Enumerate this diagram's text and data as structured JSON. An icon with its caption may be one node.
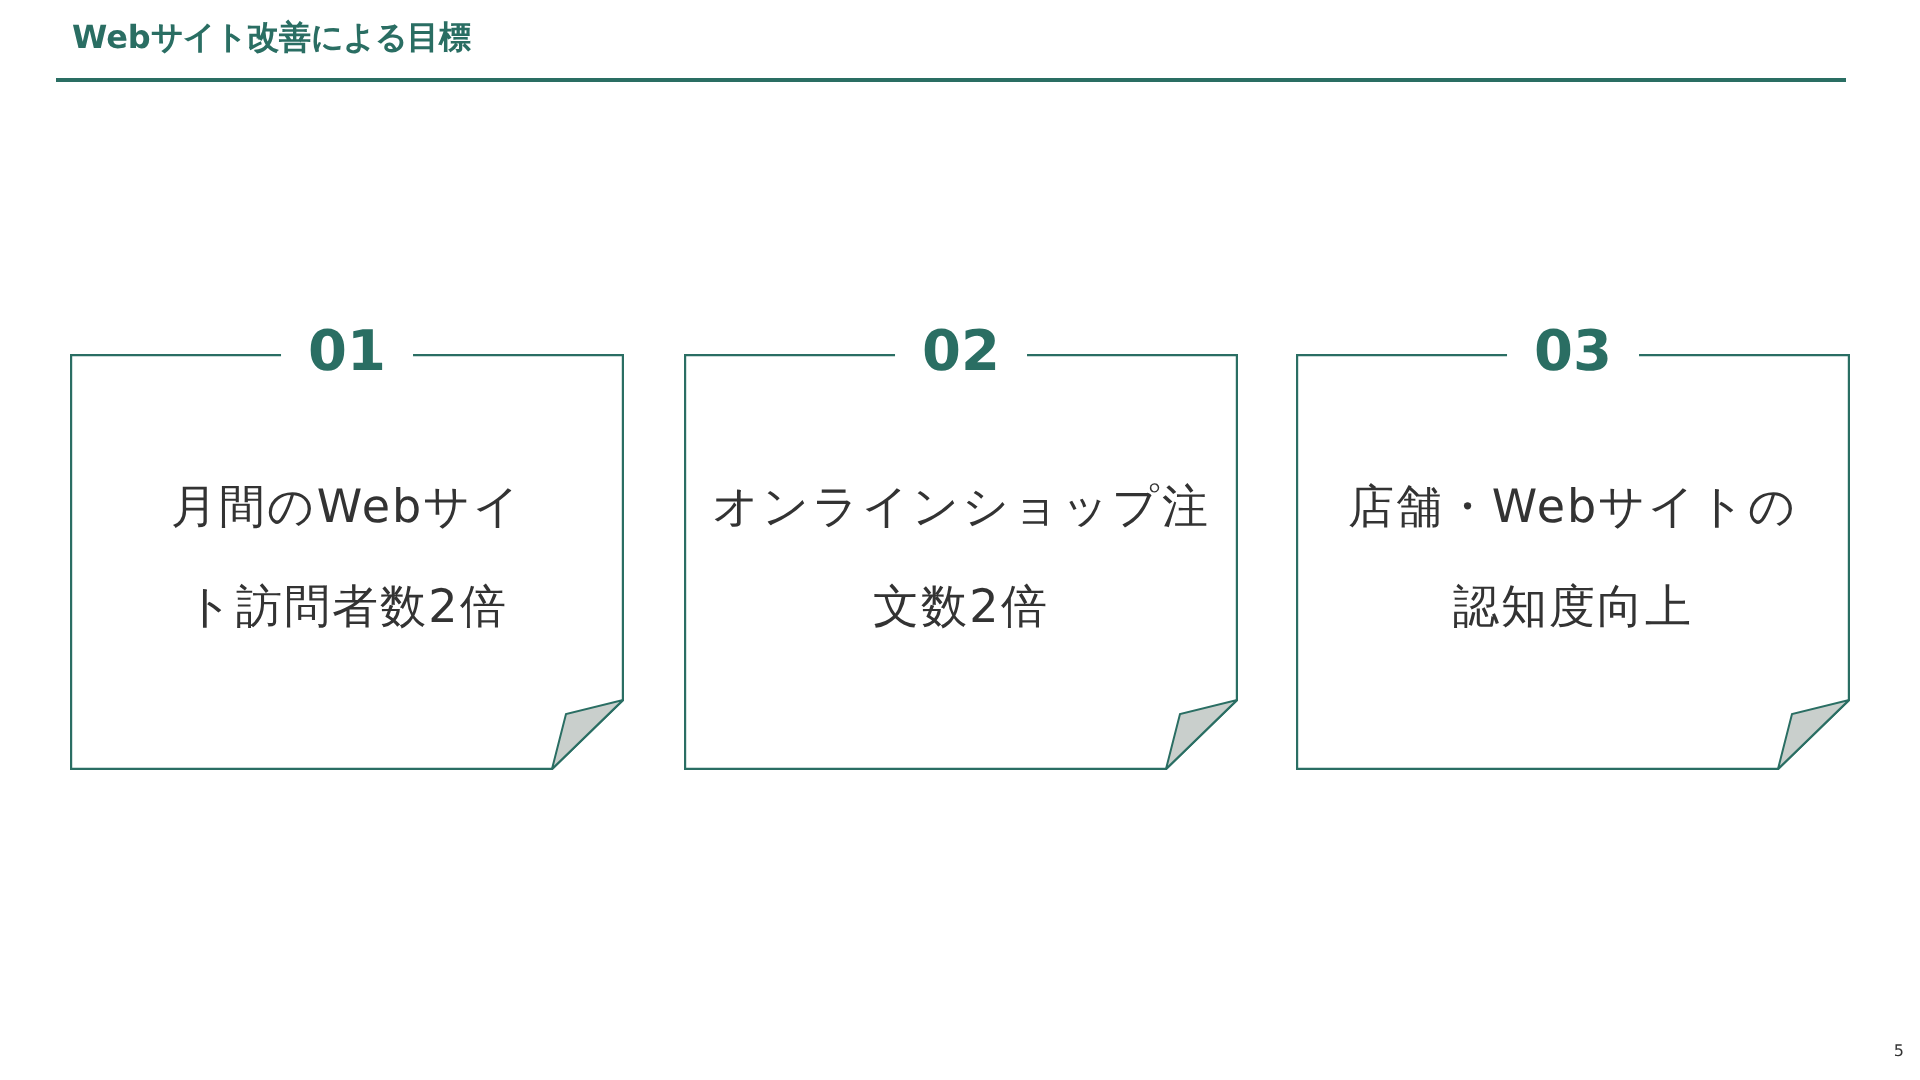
{
  "diagram": {
    "title": "Webサイト改善による目標",
    "nodes": [
      {
        "text": [
          "01",
          "月間のWebサイト訪問者数2倍"
        ]
      },
      {
        "text": [
          "02",
          "オンラインショップ注文数2倍"
        ]
      },
      {
        "text": [
          "03",
          "店舗・Webサイトの認知度向上"
        ]
      }
    ],
    "labels": [
      "5"
    ]
  }
}
